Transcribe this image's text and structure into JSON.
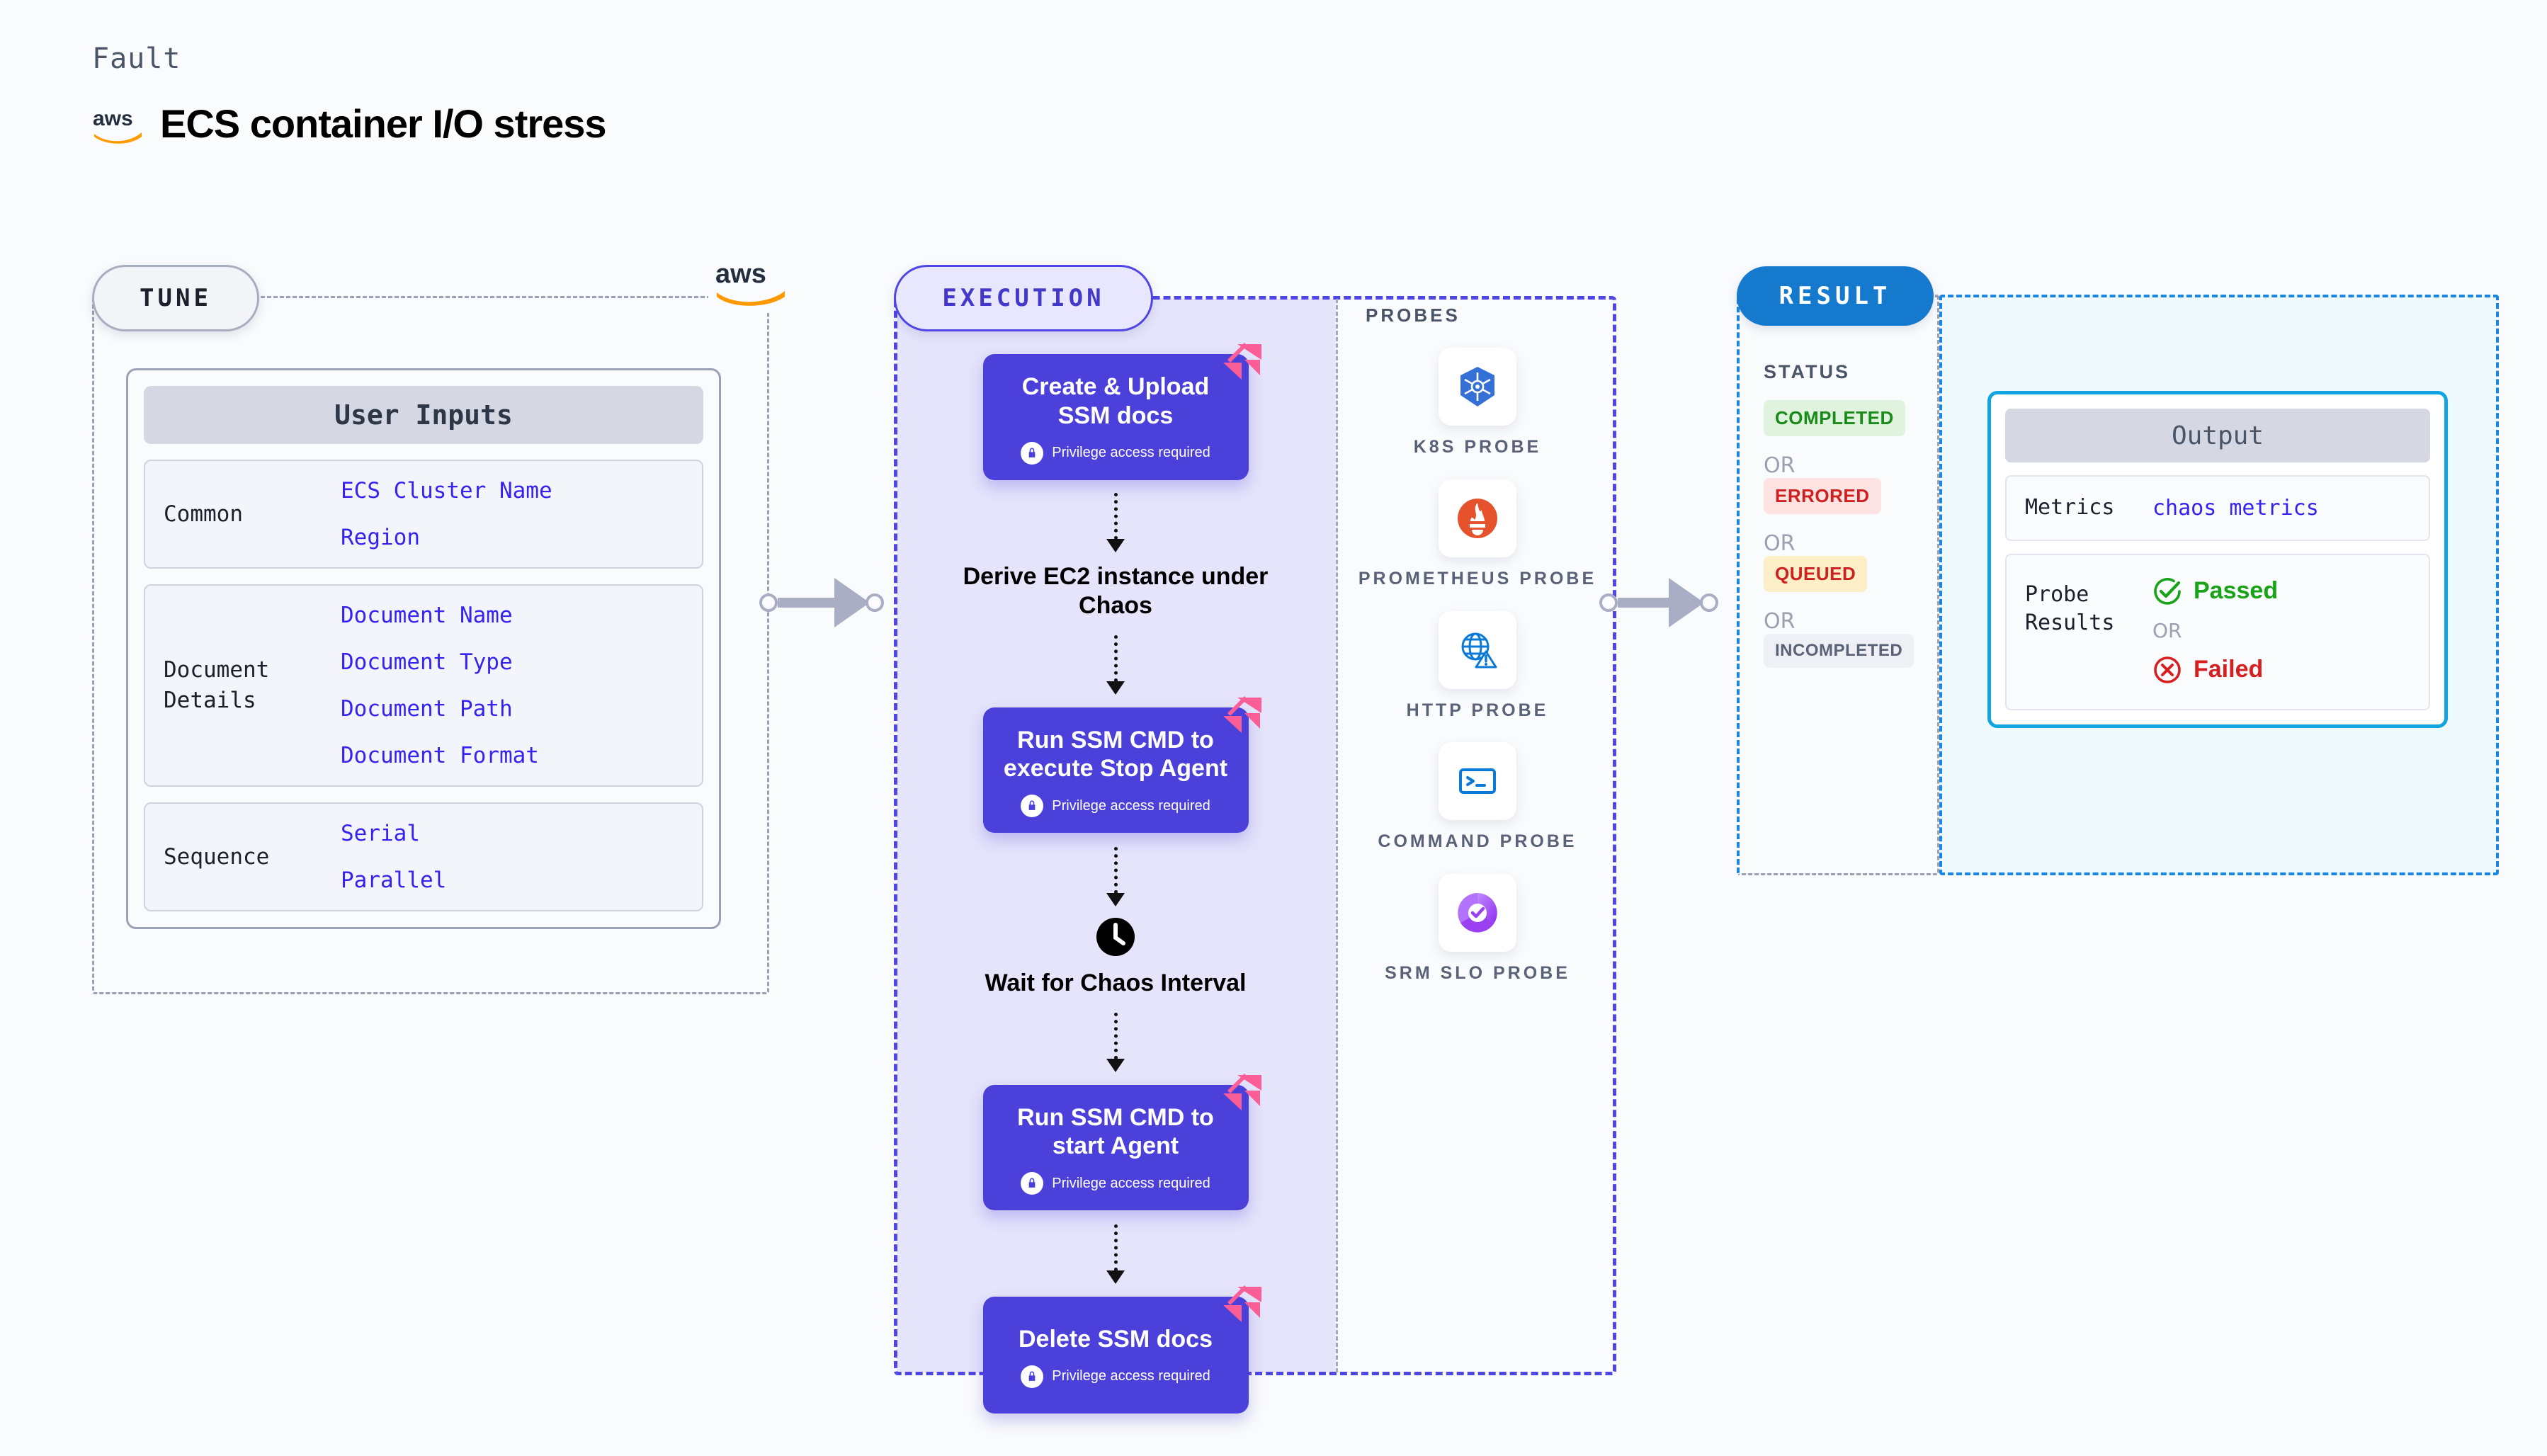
{
  "header": {
    "kicker": "Fault",
    "title": "ECS container I/O stress",
    "logo_icon": "aws-logo"
  },
  "tune": {
    "pill_label": "TUNE",
    "badge_icon": "aws-logo",
    "card_title": "User Inputs",
    "groups": [
      {
        "label": "Common",
        "values": [
          "ECS Cluster Name",
          "Region"
        ]
      },
      {
        "label": "Document\nDetails",
        "values": [
          "Document Name",
          "Document Type",
          "Document Path",
          "Document Format"
        ]
      },
      {
        "label": "Sequence",
        "values": [
          "Serial",
          "Parallel"
        ]
      }
    ]
  },
  "execution": {
    "pill_label": "EXECUTION",
    "privilege_note": "Privilege access required",
    "nodes": [
      {
        "kind": "action",
        "title": "Create & Upload SSM docs",
        "privileged": true,
        "badge_icon": "fault-badge-icon"
      },
      {
        "kind": "plain",
        "title": "Derive EC2 instance under Chaos"
      },
      {
        "kind": "action",
        "title": "Run SSM CMD to execute Stop Agent",
        "privileged": true,
        "badge_icon": "fault-badge-icon"
      },
      {
        "kind": "clock",
        "title": "Wait for Chaos Interval",
        "icon": "clock-icon"
      },
      {
        "kind": "action",
        "title": "Run SSM CMD to start Agent",
        "privileged": true,
        "badge_icon": "fault-badge-icon"
      },
      {
        "kind": "action",
        "title": "Delete SSM docs",
        "privileged": true,
        "badge_icon": "fault-badge-icon"
      }
    ]
  },
  "probes": {
    "label": "PROBES",
    "items": [
      {
        "name": "K8S PROBE",
        "icon": "kubernetes-icon"
      },
      {
        "name": "PROMETHEUS PROBE",
        "icon": "prometheus-icon"
      },
      {
        "name": "HTTP PROBE",
        "icon": "http-globe-warning-icon"
      },
      {
        "name": "COMMAND PROBE",
        "icon": "terminal-icon"
      },
      {
        "name": "SRM SLO PROBE",
        "icon": "srm-slo-icon"
      }
    ]
  },
  "result": {
    "pill_label": "RESULT",
    "status_title": "STATUS",
    "or_label": "OR",
    "statuses": [
      {
        "label": "COMPLETED",
        "color": "#1a8a1a",
        "bg": "#dff3de"
      },
      {
        "label": "ERRORED",
        "color": "#cf2020",
        "bg": "#fde4e2"
      },
      {
        "label": "QUEUED",
        "color": "#cf2020",
        "bg": "#fcefc8"
      },
      {
        "label": "INCOMPLETED",
        "color": "#5a6278",
        "bg": "#eef0f5"
      }
    ],
    "output": {
      "title": "Output",
      "metrics_label": "Metrics",
      "metrics_value": "chaos metrics",
      "probe_results_label": "Probe\nResults",
      "passed_label": "Passed",
      "failed_label": "Failed",
      "passed_color": "#18a318",
      "failed_color": "#d81f1f",
      "or_label": "OR",
      "passed_icon": "check-circle-icon",
      "failed_icon": "x-circle-icon"
    }
  },
  "connectors": {
    "arrow_icon": "arrow-right-icon"
  },
  "colors": {
    "node_purple": "#4b40d9",
    "execution_fill": "#e5e4fb",
    "result_blue": "#1579ce",
    "output_cyan": "#12a5e0",
    "value_indigo": "#3524ef",
    "fault_pink": "#fb5e96"
  }
}
